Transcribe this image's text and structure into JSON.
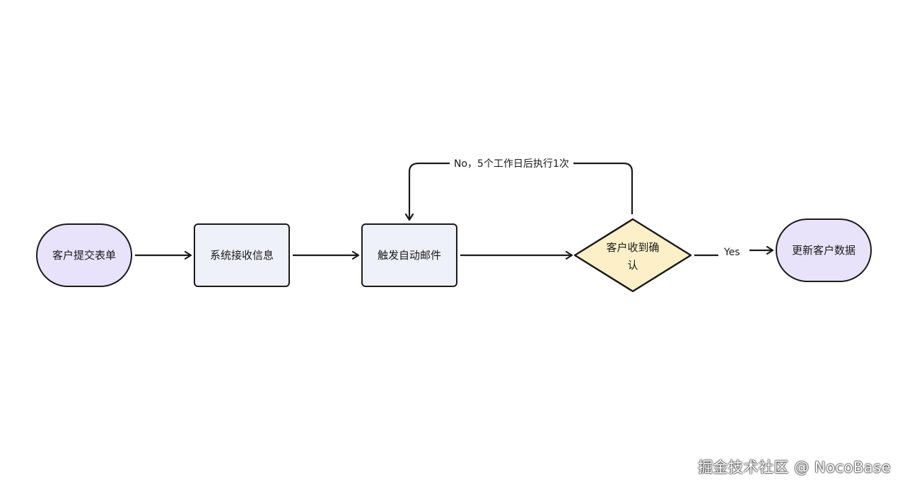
{
  "nodes": {
    "start": "客户提交表单",
    "receive": "系统接收信息",
    "email": "触发自动邮件",
    "decision_line1": "客户收到确",
    "decision_line2": "认",
    "end": "更新客户数据"
  },
  "edges": {
    "no_label": "No，5个工作日后执行1次",
    "yes_label": "Yes"
  },
  "watermark": "掘金技术社区 @ NocoBase",
  "colors": {
    "terminal_fill": "#e8e3fa",
    "process_fill": "#eef1f9",
    "decision_fill": "#fdf0c9",
    "stroke": "#1a1a1a"
  }
}
